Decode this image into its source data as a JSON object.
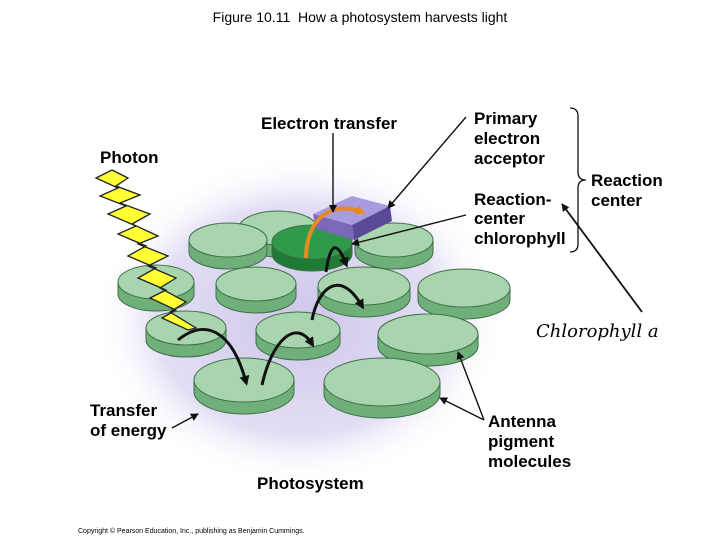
{
  "title": "Figure 10.11  How a photosystem harvests light",
  "labels": {
    "photon": "Photon",
    "electron_transfer": "Electron transfer",
    "primary_acceptor": [
      "Primary",
      "electron",
      "acceptor"
    ],
    "reaction_center_chlorophyll": [
      "Reaction-",
      "center",
      "chlorophyll"
    ],
    "reaction_center": [
      "Reaction",
      "center"
    ],
    "transfer_of_energy": [
      "Transfer",
      "of energy"
    ],
    "antenna": [
      "Antenna",
      "pigment",
      "molecules"
    ],
    "photosystem": "Photosystem",
    "chlorophyll_a": "Chlorophyll  a",
    "copyright": "Copyright © Pearson Education, Inc., publishing as Benjamin Cummings."
  },
  "colors": {
    "disc_top": "#a8d5ae",
    "disc_side": "#6fb07a",
    "center_disc": "#2f9a4a",
    "acceptor_box": "#8877c4",
    "photon_bolt": "#ffff33",
    "halo": "#d9d2ee",
    "energy_arrow": "#111111",
    "electron_arrow": "#e88a22"
  }
}
